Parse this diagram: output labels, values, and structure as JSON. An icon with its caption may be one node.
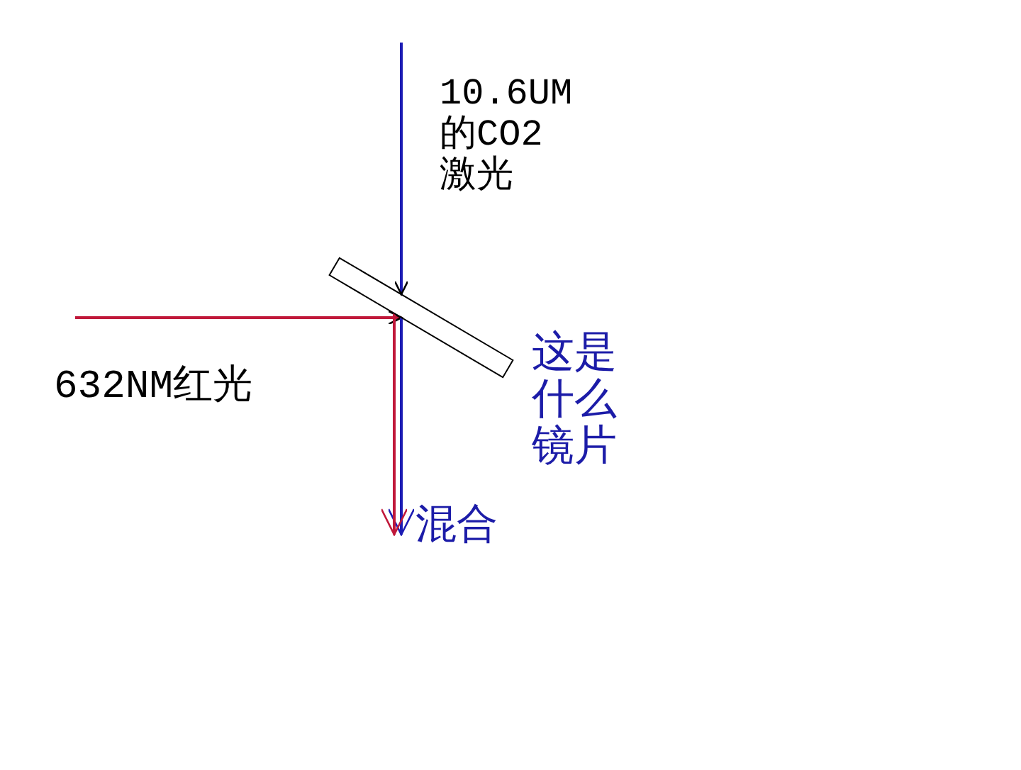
{
  "diagram": {
    "nodes": [
      {
        "text": [],
        "shape": "box",
        "beside": [
          "这是什么镜片"
        ]
      },
      {
        "text": [
          "混合"
        ]
      }
    ],
    "edges": [
      {
        "from": null,
        "to": 0,
        "arrow": "to",
        "label": "10.6UM的CO2激光",
        "color": "#1c1cb4"
      },
      {
        "from": null,
        "to": 0,
        "arrow": "to",
        "label": "632NM红光",
        "color": "#c0183a"
      },
      {
        "from": 0,
        "to": 1,
        "arrow": "to",
        "color": "#1c1cb4"
      },
      {
        "from": 0,
        "to": 1,
        "arrow": "to",
        "color": "#c0183a"
      }
    ]
  }
}
